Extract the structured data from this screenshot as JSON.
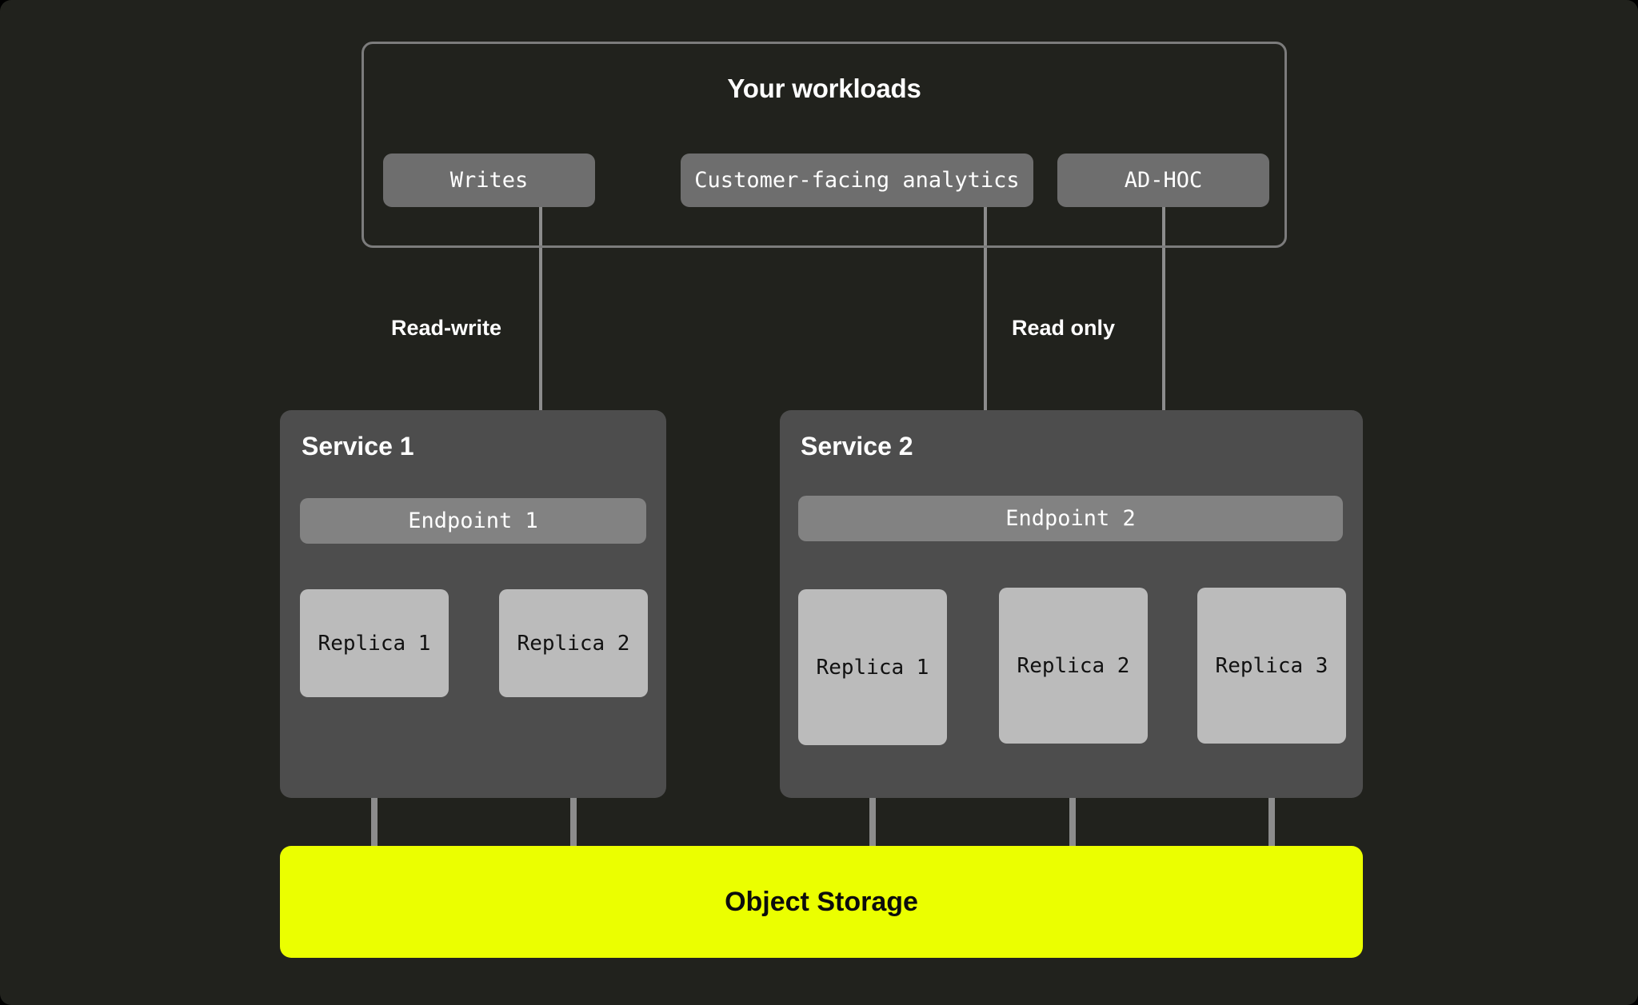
{
  "colors": {
    "background": "#21221D",
    "frame_border": "#7C7C7C",
    "chip": "#6E6E6E",
    "service_panel": "#4D4D4D",
    "endpoint": "#828282",
    "replica": "#BBBBBB",
    "object_storage": "#EBFF00",
    "connector": "#8C8C8C",
    "text_light": "#FFFFFF",
    "text_dark": "#0C0C0C"
  },
  "workloads": {
    "title": "Your workloads",
    "chips": [
      {
        "label": "Writes"
      },
      {
        "label": "Customer-facing analytics"
      },
      {
        "label": "AD-HOC"
      }
    ]
  },
  "flows": {
    "read_write": "Read-write",
    "read_only": "Read only"
  },
  "services": [
    {
      "title": "Service 1",
      "endpoint": "Endpoint 1",
      "replicas": [
        {
          "label": "Replica 1"
        },
        {
          "label": "Replica 2"
        }
      ]
    },
    {
      "title": "Service 2",
      "endpoint": "Endpoint 2",
      "replicas": [
        {
          "label": "Replica 1"
        },
        {
          "label": "Replica 2"
        },
        {
          "label": "Replica 3"
        }
      ]
    }
  ],
  "storage": {
    "label": "Object Storage"
  },
  "icons": {
    "arrow_down": "arrow-down-icon"
  }
}
